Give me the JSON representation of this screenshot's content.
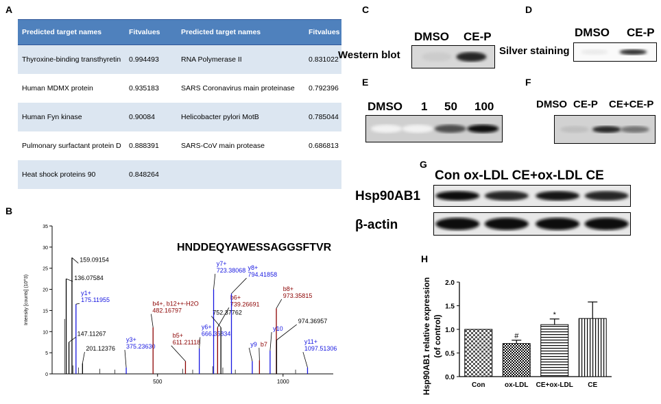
{
  "panels": {
    "A": "A",
    "B": "B",
    "C": "C",
    "D": "D",
    "E": "E",
    "F": "F",
    "G": "G",
    "H": "H"
  },
  "tableA": {
    "headers": [
      "Predicted target names",
      "Fitvalues",
      "Predicted target names",
      "Fitvalues"
    ],
    "rows": [
      [
        "Thyroxine-binding transthyretin",
        "0.994493",
        "RNA Polymerase II",
        "0.831022"
      ],
      [
        "Human MDMX protein",
        "0.935183",
        "SARS Coronavirus main proteinase",
        "0.792396"
      ],
      [
        "Human Fyn kinase",
        "0.90084",
        "Helicobacter pylori MotB",
        "0.785044"
      ],
      [
        "Pulmonary surfactant protein D",
        "0.888391",
        "SARS-CoV main protease",
        "0.686813"
      ],
      [
        "Heat shock proteins 90",
        "0.848264",
        "",
        ""
      ]
    ]
  },
  "panelC": {
    "lanes": [
      "DMSO",
      "CE-P"
    ],
    "side": "Western blot",
    "band_intensity": [
      0.2,
      0.85
    ]
  },
  "panelD": {
    "lanes": [
      "DMSO",
      "CE-P"
    ],
    "side": "Silver staining",
    "band_intensity": [
      0.08,
      0.8
    ]
  },
  "panelE": {
    "lanes": [
      "DMSO",
      "1",
      "50",
      "100"
    ],
    "band_intensity": [
      0.05,
      0.05,
      0.7,
      0.95
    ]
  },
  "panelF": {
    "lanes": [
      "DMSO",
      "CE-P",
      "CE+CE-P"
    ],
    "band_intensity": [
      0.25,
      0.85,
      0.55
    ]
  },
  "panelG": {
    "header": "Con  ox-LDL  CE+ox-LDL  CE",
    "rows": [
      "Hsp90AB1",
      "β-actin"
    ]
  },
  "chart_data": [
    {
      "type": "bar",
      "panel": "B",
      "title": "HNDDEQYAWESSAGGSFTVR",
      "ylabel": "Intensity [counts] (10^3)",
      "xlim": [
        80,
        1200
      ],
      "ylim": [
        0,
        35
      ],
      "xticks": [
        500,
        1000
      ],
      "yticks": [
        0,
        5,
        10,
        15,
        20,
        25,
        30,
        35
      ],
      "peaks": [
        {
          "mz": 159.09154,
          "intensity": 27.5,
          "label": "159.09154",
          "color": "#000000",
          "lx": 190,
          "ly": 26.5
        },
        {
          "mz": 136.07584,
          "intensity": 22.5,
          "label": "136.07584",
          "color": "#000000",
          "lx": 168,
          "ly": 22.2
        },
        {
          "mz": 175.11955,
          "intensity": 16.5,
          "label": "y1+\n175.11955",
          "color": "#1515e0",
          "lx": 195,
          "ly": 17
        },
        {
          "mz": 147.11267,
          "intensity": 7.5,
          "label": "147.11267",
          "color": "#000000",
          "lx": 180,
          "ly": 9
        },
        {
          "mz": 201.12376,
          "intensity": 2.5,
          "label": "201.12376",
          "color": "#000000",
          "lx": 215,
          "ly": 5.5
        },
        {
          "mz": 375.2363,
          "intensity": 1.5,
          "label": "y3+\n375.23630",
          "color": "#1515e0",
          "lx": 375,
          "ly": 6
        },
        {
          "mz": 482.16797,
          "intensity": 11,
          "label": "b4+, b12++-H2O\n482.16797",
          "color": "#8b0000",
          "lx": 480,
          "ly": 14.5
        },
        {
          "mz": 611.21118,
          "intensity": 3,
          "label": "b5+\n611.21118",
          "color": "#8b0000",
          "lx": 560,
          "ly": 7
        },
        {
          "mz": 666.35834,
          "intensity": 6,
          "label": "y6+\n666.35834",
          "color": "#1515e0",
          "lx": 675,
          "ly": 9
        },
        {
          "mz": 723.38068,
          "intensity": 20,
          "label": "y7+\n723.38068",
          "color": "#1515e0",
          "lx": 735,
          "ly": 24
        },
        {
          "mz": 739.26691,
          "intensity": 11,
          "label": "b6+\n739.26691",
          "color": "#8b0000",
          "lx": 790,
          "ly": 16
        },
        {
          "mz": 752.37762,
          "intensity": 11,
          "label": "752.37762",
          "color": "#000000",
          "lx": 720,
          "ly": 14
        },
        {
          "mz": 794.41858,
          "intensity": 19,
          "label": "y8+\n794.41858",
          "color": "#1515e0",
          "lx": 860,
          "ly": 23
        },
        {
          "mz": 973.35815,
          "intensity": 15.5,
          "label": "b8+\n973.35815",
          "color": "#8b0000",
          "lx": 1000,
          "ly": 18
        },
        {
          "mz": 974.36957,
          "intensity": 8,
          "label": "974.36957",
          "color": "#000000",
          "lx": 1060,
          "ly": 12
        },
        {
          "mz": 948.4,
          "intensity": 5.5,
          "label": "y10",
          "color": "#1515e0",
          "lx": 960,
          "ly": 10.2
        },
        {
          "mz": 877.5,
          "intensity": 3,
          "label": "y9",
          "color": "#1515e0",
          "lx": 870,
          "ly": 6.5
        },
        {
          "mz": 906.0,
          "intensity": 3.2,
          "label": "b7",
          "color": "#8b0000",
          "lx": 910,
          "ly": 6.5
        },
        {
          "mz": 1097.51306,
          "intensity": 1.5,
          "label": "y11+\n1097.51306",
          "color": "#1515e0",
          "lx": 1085,
          "ly": 5.5
        }
      ],
      "minor": [
        {
          "mz": 130,
          "intensity": 13
        },
        {
          "mz": 163,
          "intensity": 2
        },
        {
          "mz": 185,
          "intensity": 1.5
        },
        {
          "mz": 270,
          "intensity": 1.2
        },
        {
          "mz": 330,
          "intensity": 1
        },
        {
          "mz": 600,
          "intensity": 1.2
        },
        {
          "mz": 640,
          "intensity": 1
        },
        {
          "mz": 720,
          "intensity": 1.8
        },
        {
          "mz": 760,
          "intensity": 1.5
        },
        {
          "mz": 810,
          "intensity": 1
        },
        {
          "mz": 1050,
          "intensity": 1
        }
      ]
    },
    {
      "type": "bar",
      "panel": "H",
      "categories": [
        "Con",
        "ox-LDL",
        "CE+ox-LDL",
        "CE"
      ],
      "values": [
        1.0,
        0.7,
        1.1,
        1.23
      ],
      "errors": [
        0,
        0.07,
        0.12,
        0.35
      ],
      "annotations": [
        "",
        "#",
        "*",
        ""
      ],
      "ylabel": "Hsp90AB1 relative expression (of control)",
      "ylim": [
        0,
        2.0
      ],
      "yticks": [
        "0.0",
        "0.5",
        "1.0",
        "1.5",
        "2.0"
      ],
      "patterns": [
        "checker",
        "dots",
        "hlines",
        "vlines"
      ]
    }
  ]
}
